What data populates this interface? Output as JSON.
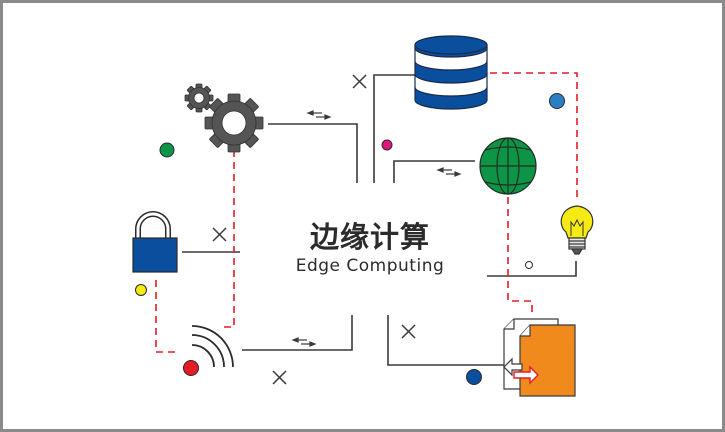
{
  "diagram": {
    "title_cn": "边缘计算",
    "title_en": "Edge Computing",
    "nodes": [
      {
        "id": "gears",
        "label": "settings-gears",
        "color": "#555555"
      },
      {
        "id": "database",
        "label": "database",
        "color": "#0a4f9e"
      },
      {
        "id": "globe",
        "label": "globe",
        "color": "#0d9447"
      },
      {
        "id": "bulb",
        "label": "light-bulb",
        "color": "#f5ea14"
      },
      {
        "id": "lock",
        "label": "padlock",
        "color": "#0a4f9e"
      },
      {
        "id": "wifi",
        "label": "wireless-signal",
        "color": "#2b2b2b"
      },
      {
        "id": "files",
        "label": "file-transfer",
        "color": "#f08a1c"
      }
    ],
    "dots": [
      {
        "name": "green-dot",
        "color": "#0d9447"
      },
      {
        "name": "magenta-dot",
        "color": "#e0157f"
      },
      {
        "name": "blue-dot",
        "color": "#2a7fc4"
      },
      {
        "name": "yellow-dot",
        "color": "#f5ea14"
      },
      {
        "name": "red-dot",
        "color": "#e31e26"
      },
      {
        "name": "navy-dot",
        "color": "#0a4f9e"
      }
    ],
    "colors": {
      "line": "#3a3a3a",
      "dashed": "#e31e26",
      "frame": "#8a8a8a"
    }
  }
}
